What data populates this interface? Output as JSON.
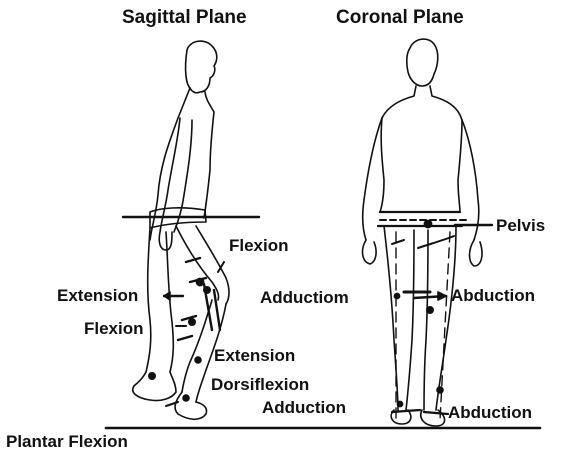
{
  "titles": {
    "sagittal": "Sagittal Plane",
    "coronal": "Coronal Plane"
  },
  "sagittal_labels": {
    "hip_flexion": "Flexion",
    "knee_extension": "Extension",
    "knee_flexion": "Flexion",
    "ankle_extension": "Extension",
    "dorsiflexion": "Dorsiflexion",
    "plantar_flexion": "Plantar Flexion"
  },
  "coronal_labels": {
    "pelvis": "Pelvis",
    "hip_adduction": "Adductiom",
    "hip_abduction": "Abduction",
    "ankle_adduction": "Adduction",
    "ankle_abduction": "Abduction"
  },
  "colors": {
    "ink": "#111111",
    "background": "#ffffff"
  }
}
